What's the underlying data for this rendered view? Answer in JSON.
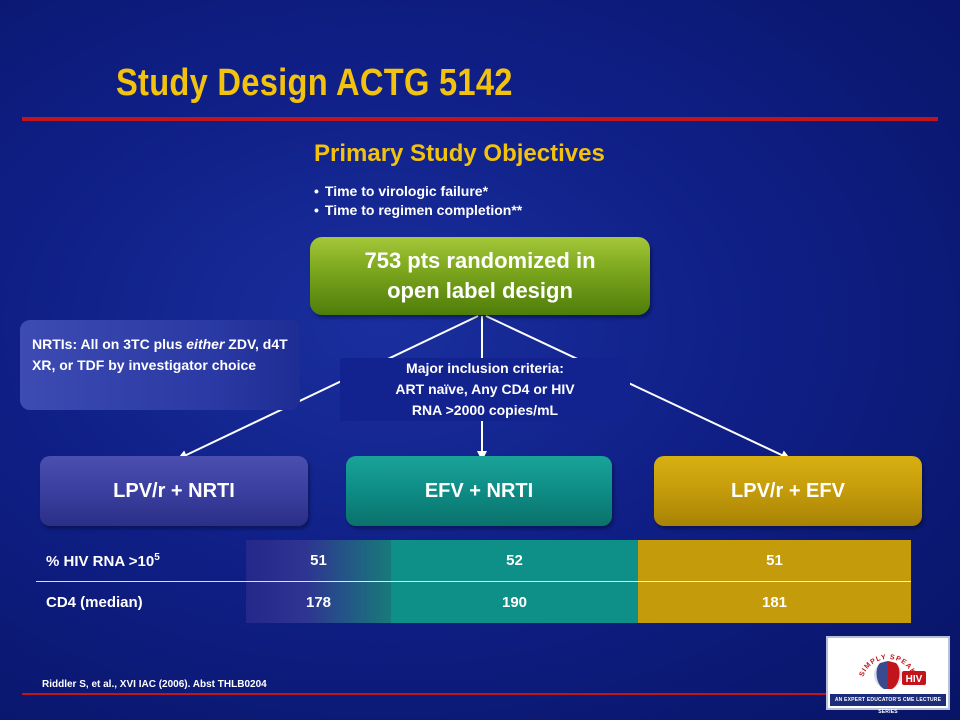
{
  "slide": {
    "title": "Study Design ACTG 5142",
    "objectives": {
      "heading": "Primary Study Objectives",
      "items": [
        "Time to virologic failure*",
        "Time to regimen completion**"
      ]
    },
    "randomized": {
      "line1": "753 pts randomized in",
      "line2": "open label design"
    },
    "nrti_note": {
      "prefix": "NRTIs:  All on 3TC plus ",
      "emphasis": "either",
      "suffix": " ZDV, d4T XR, or TDF by investigator choice"
    },
    "criteria": {
      "line1": "Major inclusion criteria:",
      "line2": "ART naïve, Any CD4 or HIV",
      "line3": "RNA >2000 copies/mL"
    },
    "arms": [
      "LPV/r + NRTI",
      "EFV + NRTI",
      "LPV/r + EFV"
    ],
    "table": {
      "row1": {
        "label": "% HIV  RNA >10",
        "label_sup": "5",
        "values": [
          "51",
          "52",
          "51"
        ]
      },
      "row2": {
        "label": "CD4 (median)",
        "values": [
          "178",
          "190",
          "181"
        ]
      }
    },
    "citation": "Riddler S, et al., XVI IAC (2006). Abst THLB0204",
    "logo": {
      "arc_text": "SIMPLY SPEAKING",
      "badge": "HIV",
      "band": "AN EXPERT EDUCATOR'S CME LECTURE SERIES"
    }
  },
  "colors": {
    "title": "#f2c20f",
    "accent_red": "#c1151b",
    "background": "#0f1f86",
    "arm_lpv_nrti": "#3b3f9f",
    "arm_efv_nrti": "#0e8c85",
    "arm_lpv_efv": "#c49b0b",
    "randomized_box": "#7ea81e"
  }
}
